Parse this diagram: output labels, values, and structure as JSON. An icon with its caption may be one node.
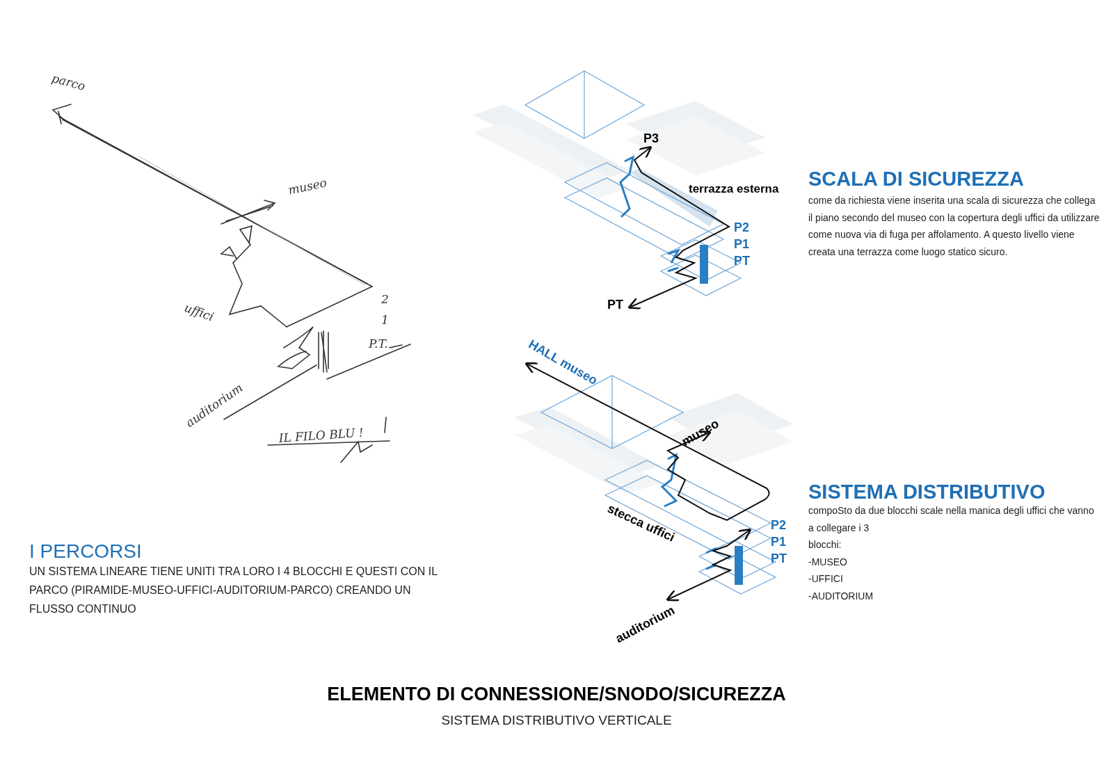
{
  "diagram": {
    "title": "ELEMENTO DI CONNESSIONE/SNODO/SICUREZZA",
    "caption": "SISTEMA DISTRIBUTIVO VERTICALE",
    "labels": [
      "I PERCORSI",
      "UN SISTEMA LINEARE TIENE UNITI TRA LORO I 4 BLOCCHI E QUESTI CON IL PARCO (PIRAMIDE-MUSEO-UFFICI-AUDITORIUM-PARCO) CREANDO UN FLUSSO CONTINUO",
      "P3",
      "terrazza esterna",
      "P2",
      "P1",
      "PT",
      "PT",
      "SCALA DI SICUREZZA",
      "come da richiesta viene inserita una scala di sicurezza che collega il piano secondo del museo con la copertura degli uffici da utilizzare come nuova via di fuga per affolamento. A questo livello viene creata una terrazza come luogo statico sicuro.",
      "HALL museo",
      "museo",
      "stecca uffici",
      "P2",
      "P1",
      "PT",
      "auditorium",
      "SISTEMA DISTRIBUTIVO",
      "compoSto da due blocchi scale nella manica degli uffici che vanno a collegare i 3",
      "blocchi:",
      "-MUSEO",
      "-UFFICI",
      "-AUDITORIUM",
      "parco",
      "museo",
      "uffici",
      "auditorium",
      "2",
      "1",
      "P.T.",
      "IL FILO BLU !"
    ]
  }
}
